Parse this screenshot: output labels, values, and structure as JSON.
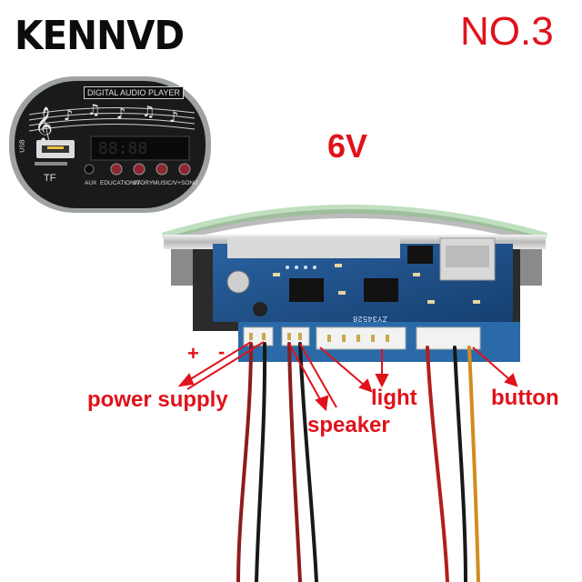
{
  "brand": "KENNVD",
  "model": "NO.3",
  "voltage": "6V",
  "panel": {
    "title": "DIGITAL AUDIO PLAYER",
    "usb_label": "USB",
    "tf_label": "TF",
    "button_labels": [
      "AUX",
      "EDUCATION/V-",
      "STORY",
      "MUSIC/V+",
      "SONG"
    ]
  },
  "pcb_code": "ZY34528",
  "polarity": {
    "plus": "+",
    "minus": "-"
  },
  "labels": {
    "power_supply": "power supply",
    "speaker": "speaker",
    "light": "light",
    "button": "button"
  },
  "colors": {
    "label_red": "#e0121a",
    "brand_black": "#0c0c0c",
    "pcb_blue": "#1d4f86",
    "panel_black": "#141414"
  }
}
